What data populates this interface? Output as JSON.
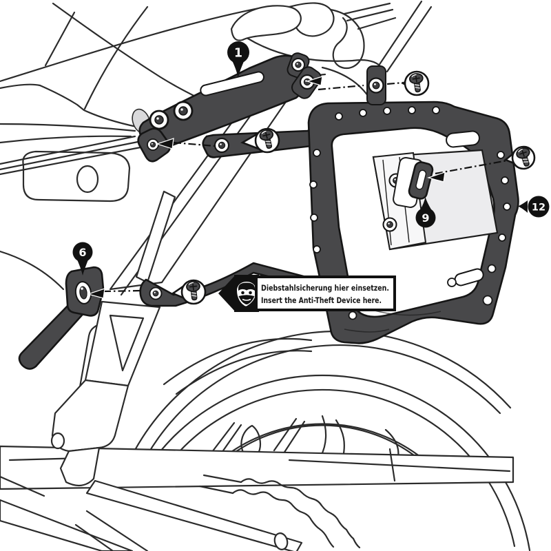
{
  "diagram": {
    "background": "#ffffff",
    "artwork_line_color": "#2b2b2b",
    "hardware_fill_color": "#48484a",
    "callouts": [
      {
        "label": "1"
      },
      {
        "label": "6"
      },
      {
        "label": "9"
      },
      {
        "label": "12"
      }
    ],
    "fasteners": {
      "icon": "pan-head-screw-icon",
      "count": 4
    },
    "anti_theft_note": {
      "arrow_direction": "left",
      "icon": "thief-head-icon",
      "line_de": "Diebstahlsicherung hier einsetzen.",
      "line_en": "Insert the Anti-Theft Device here."
    }
  }
}
